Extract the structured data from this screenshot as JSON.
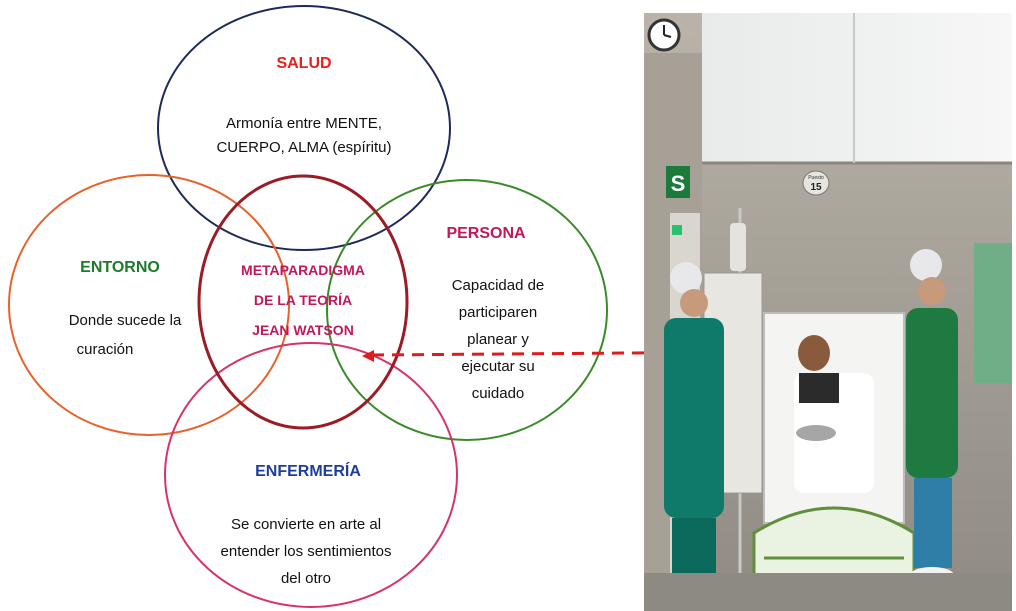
{
  "diagram": {
    "center": {
      "lines": [
        "METAPARADIGMA",
        "DE LA TEORÍA",
        "JEAN WATSON"
      ],
      "color": "#c2185b",
      "border": "#9b1c25"
    },
    "salud": {
      "title": "SALUD",
      "title_color": "#e5201e",
      "border": "#1f2a5c",
      "lines": [
        "Armonía entre MENTE,",
        "CUERPO, ALMA (espíritu)"
      ]
    },
    "entorno": {
      "title": "ENTORNO",
      "title_color": "#1e7b2b",
      "border": "#e8612c",
      "lines": [
        "Donde sucede la",
        "curación"
      ]
    },
    "persona": {
      "title": "PERSONA",
      "title_color": "#c2185b",
      "border": "#3a8a2a",
      "lines": [
        "Capacidad de",
        "participaren",
        "planear y",
        "ejecutar su",
        "cuidado"
      ]
    },
    "enfermeria": {
      "title": "ENFERMERÍA",
      "title_color": "#1f3e9c",
      "border": "#d6336c",
      "lines": [
        "Se convierte en arte al",
        "entender los sentimientos",
        "del otro"
      ]
    },
    "arrow_color": "#e01b1b"
  },
  "photo": {
    "description_icon": "hospital-room-photo",
    "sign_letter": "S",
    "room_number_line1": "Puesto",
    "room_number_line2": "15"
  }
}
